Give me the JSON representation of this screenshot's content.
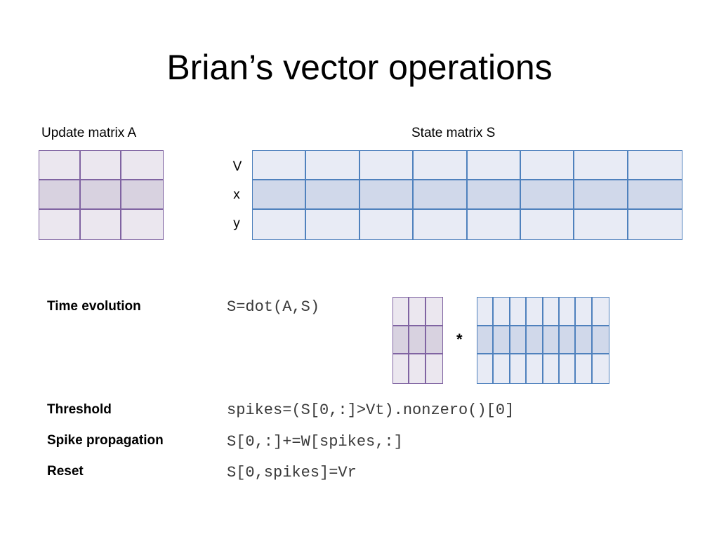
{
  "slide": {
    "title": "Brian’s vector operations"
  },
  "matrices": {
    "update": {
      "label": "Update matrix A",
      "rows": 3,
      "cols": 3,
      "border_color": "#8064a2",
      "light_fill": "#ebe7ef",
      "dark_fill": "#d8d2e0"
    },
    "state": {
      "label": "State matrix S",
      "rows": 3,
      "cols": 8,
      "row_labels": [
        "V",
        "x",
        "y"
      ],
      "border_color": "#4f81bd",
      "light_fill": "#e8ebf5",
      "dark_fill": "#d0d8ea"
    }
  },
  "operations": [
    {
      "label": "Time evolution",
      "code": "S=dot(A,S)"
    },
    {
      "label": "Threshold",
      "code": "spikes=(S[0,:]>Vt).nonzero()[0]"
    },
    {
      "label": "Spike propagation",
      "code": "S[0,:]+=W[spikes,:]"
    },
    {
      "label": "Reset",
      "code": "S[0,spikes]=Vr"
    }
  ],
  "product": {
    "operator": "*"
  }
}
